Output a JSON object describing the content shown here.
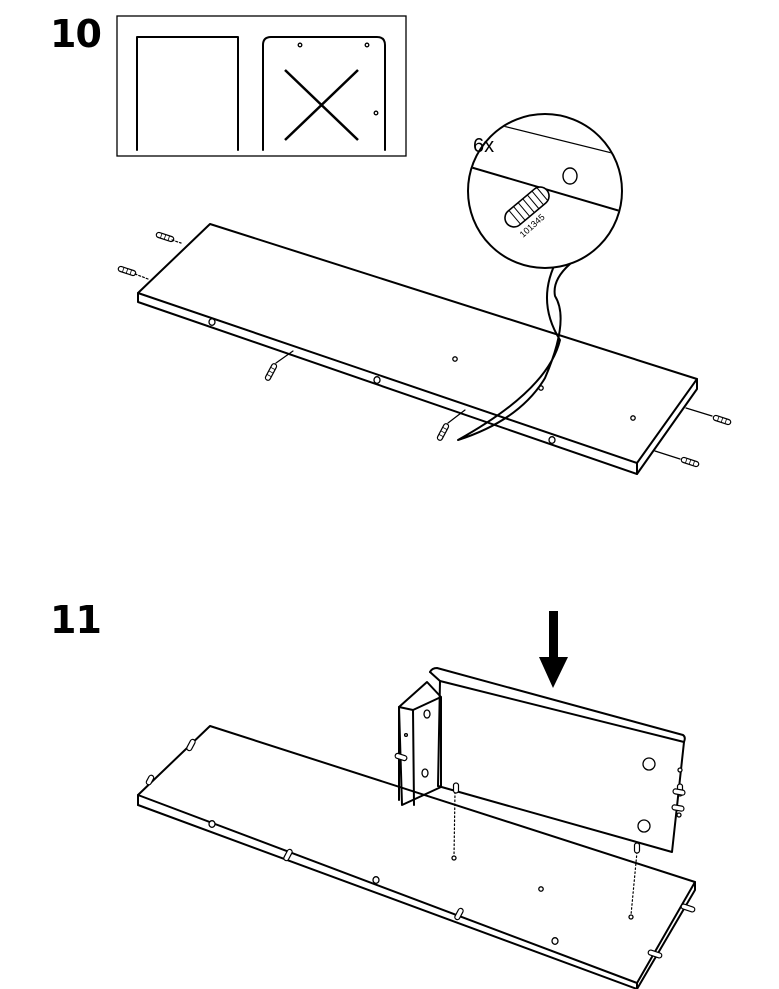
{
  "steps": [
    {
      "number": "10",
      "detail": {
        "quantity": "6x",
        "part_number": "101345"
      }
    },
    {
      "number": "11"
    }
  ],
  "icons": {
    "wrong_orientation": "cross-mark-icon",
    "direction": "arrow-down-icon",
    "fastener": "wooden-dowel-icon"
  }
}
